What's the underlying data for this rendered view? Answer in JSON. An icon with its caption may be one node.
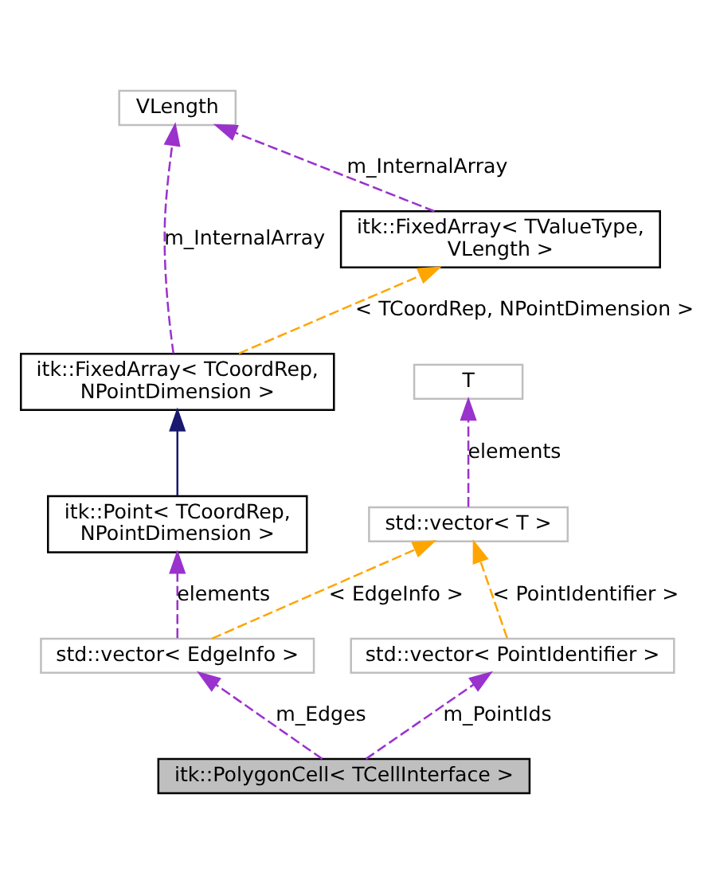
{
  "diagram": {
    "nodes": [
      {
        "text": [
          "VLength"
        ]
      },
      {
        "text": [
          "itk::FixedArray< TValueType, VLength >"
        ]
      },
      {
        "text": [
          "itk::FixedArray< TCoordRep, NPointDimension >"
        ]
      },
      {
        "text": [
          "T"
        ]
      },
      {
        "text": [
          "itk::Point< TCoordRep, NPointDimension >"
        ]
      },
      {
        "text": [
          "std::vector< T >"
        ]
      },
      {
        "text": [
          "std::vector< EdgeInfo >"
        ]
      },
      {
        "text": [
          "std::vector< PointIdentifier >"
        ]
      },
      {
        "text": [
          "itk::PolygonCell< TCellInterface >"
        ]
      }
    ],
    "edges": [
      {
        "from": 1,
        "to": 0,
        "arrow": "to",
        "label": "m_InternalArray",
        "style": "dashed"
      },
      {
        "from": 2,
        "to": 0,
        "arrow": "to",
        "label": "m_InternalArray",
        "style": "dashed"
      },
      {
        "from": 2,
        "to": 1,
        "arrow": "to",
        "label": "< TCoordRep, NPointDimension >",
        "style": "dashed",
        "color": "#ffa500"
      },
      {
        "from": 4,
        "to": 2,
        "arrow": "to",
        "color": "#191970"
      },
      {
        "from": 5,
        "to": 3,
        "arrow": "to",
        "label": "elements",
        "style": "dashed"
      },
      {
        "from": 6,
        "to": 4,
        "arrow": "to",
        "label": "elements",
        "style": "dashed"
      },
      {
        "from": 6,
        "to": 5,
        "arrow": "to",
        "label": "< EdgeInfo >",
        "style": "dashed",
        "color": "#ffa500"
      },
      {
        "from": 7,
        "to": 5,
        "arrow": "to",
        "label": "< PointIdentifier >",
        "style": "dashed",
        "color": "#ffa500"
      },
      {
        "from": 8,
        "to": 6,
        "arrow": "to",
        "label": "m_Edges",
        "style": "dashed"
      },
      {
        "from": 8,
        "to": 7,
        "arrow": "to",
        "label": "m_PointIds",
        "style": "dashed"
      }
    ]
  }
}
